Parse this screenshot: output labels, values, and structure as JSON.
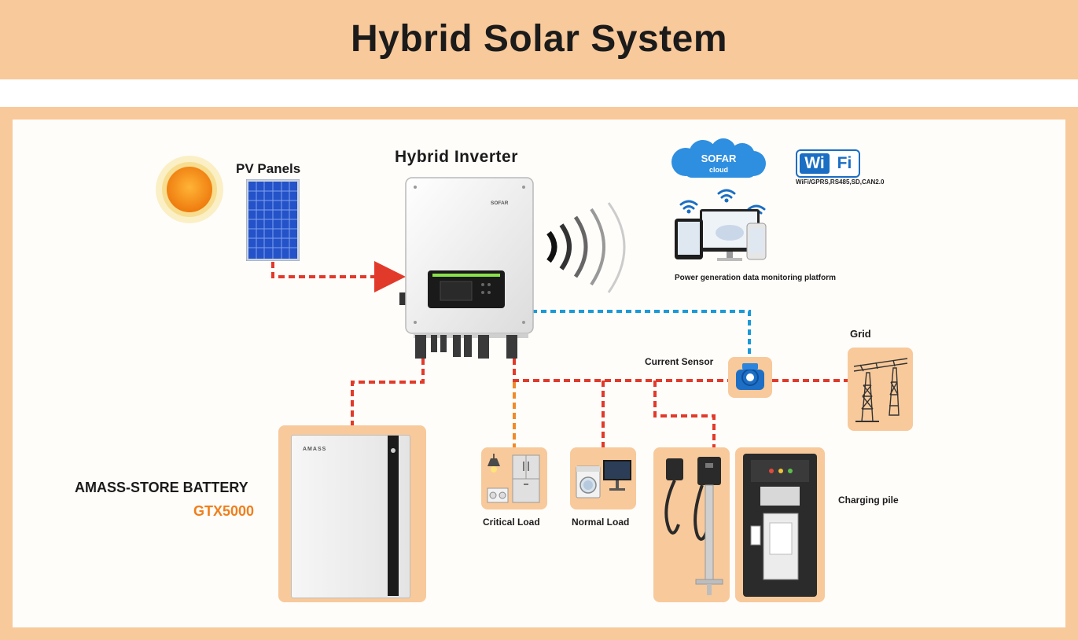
{
  "title": "Hybrid Solar System",
  "labels": {
    "pv_panels": "PV Panels",
    "hybrid_inverter": "Hybrid Inverter",
    "wifi_protocols": "WiFi/GPRS,RS485,SD,CAN2.0",
    "monitoring_platform": "Power generation data monitoring platform",
    "grid": "Grid",
    "current_sensor": "Current Sensor",
    "battery_name": "AMASS-STORE BATTERY",
    "battery_model": "GTX5000",
    "critical_load": "Critical Load",
    "normal_load": "Normal Load",
    "charging_pile": "Charging pile"
  },
  "logos": {
    "sofar_cloud_line1": "SOFAR",
    "sofar_cloud_line2": "cloud",
    "wifi_part1": "Wi",
    "wifi_part2": "Fi",
    "battery_brand": "AMASS",
    "inverter_brand": "SOFAR"
  },
  "colors": {
    "accent_orange": "#f8c99a",
    "dc_line_red": "#e23a2a",
    "comm_line_blue": "#1a9ad8",
    "critical_line_orange": "#f08a2a",
    "battery_model_orange": "#f07f1c"
  }
}
